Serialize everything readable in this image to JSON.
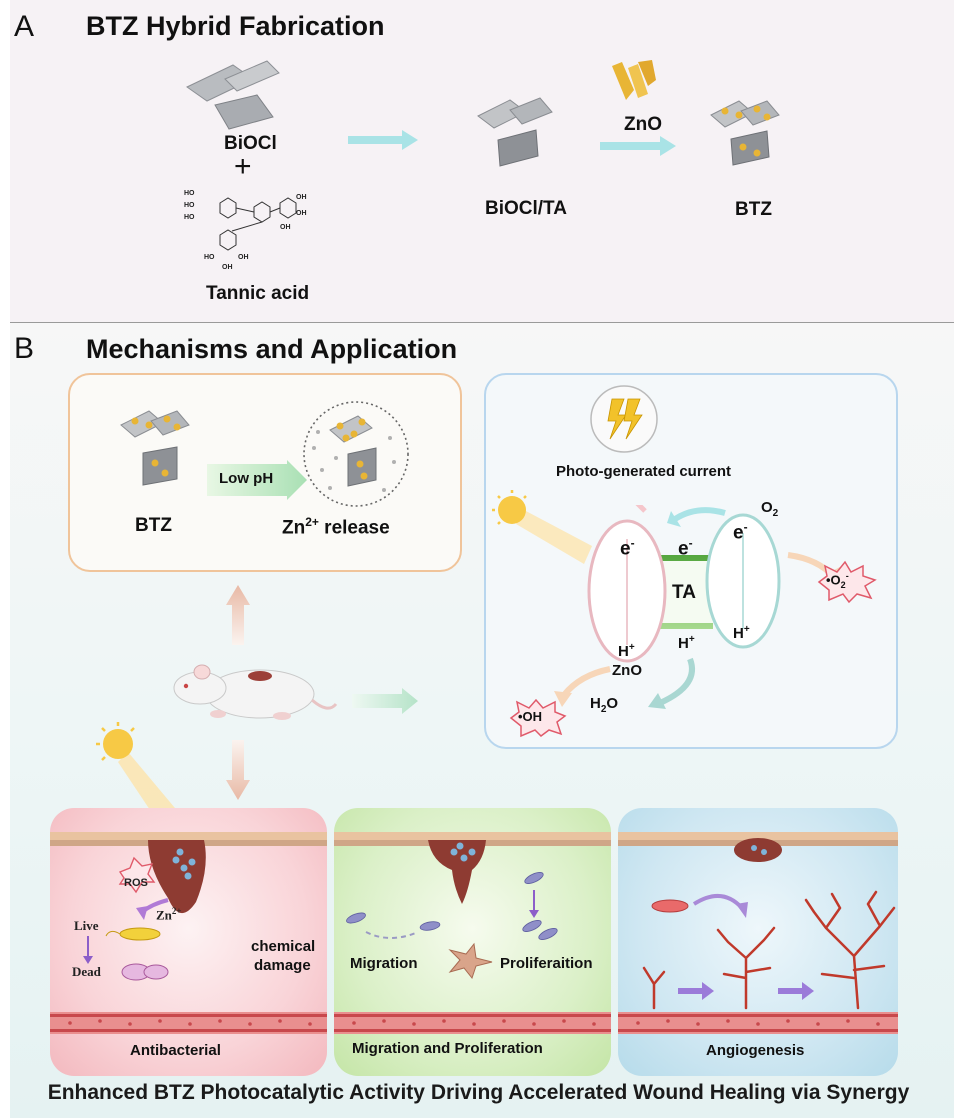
{
  "panel_a": {
    "letter": "A",
    "title": "BTZ Hybrid Fabrication",
    "bioci": "BiOCl",
    "plus": "+",
    "tannic_acid": "Tannic acid",
    "bioci_ta": "BiOCl/TA",
    "zno": "ZnO",
    "btz": "BTZ",
    "ho_labels": [
      "HO",
      "HO",
      "HO",
      "OH",
      "OH",
      "OH",
      "HO",
      "OH",
      "OH"
    ]
  },
  "panel_b": {
    "letter": "B",
    "title": "Mechanisms and Application",
    "left_box": {
      "btz": "BTZ",
      "low_ph": "Low pH",
      "zn_release_pre": "Zn",
      "zn_release_sup": "2+",
      "zn_release_post": " release"
    },
    "right_box": {
      "photo_current": "Photo-generated current",
      "o2_pre": "O",
      "o2_sub": "2",
      "superoxide_pre": "•O",
      "superoxide_sub": "2",
      "superoxide_sup": "-",
      "e1": "e",
      "e2": "e",
      "e3": "e",
      "ta": "TA",
      "h1": "H",
      "h2": "H",
      "h3": "H",
      "zno": "ZnO",
      "h2o_pre": "H",
      "h2o_sub": "2",
      "h2o_post": "O",
      "oh": "•OH"
    },
    "sub_panels": {
      "antibacterial": {
        "ros": "ROS",
        "zn": "Zn",
        "zn_sup": "2+",
        "live": "Live",
        "dead": "Dead",
        "chemical": "chemical",
        "damage": "damage",
        "caption": "Antibacterial"
      },
      "migration": {
        "migration": "Migration",
        "proliferation": "Proliferaition",
        "caption": "Migration and Proliferation"
      },
      "angiogenesis": {
        "caption": "Angiogenesis"
      }
    },
    "footer": "Enhanced BTZ Photocatalytic Activity Driving Accelerated Wound Healing via Synergy"
  },
  "colors": {
    "gold": "#e8b535",
    "arrow_cyan": "#a9e3e6",
    "left_box_border": "#f0c49a",
    "right_box_border": "#b8d6ee",
    "tissue_red": "#c8484c",
    "wound": "#8e3b32"
  }
}
